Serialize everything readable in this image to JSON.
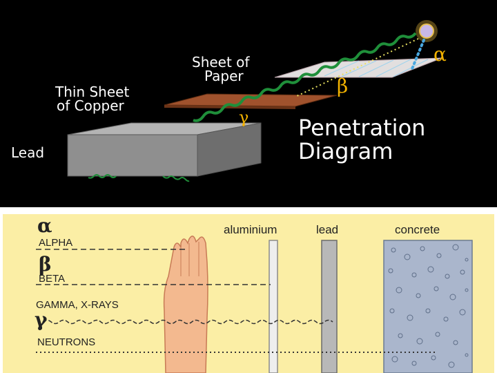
{
  "top": {
    "labels": {
      "paper_line1": "Sheet of",
      "paper_line2": "Paper",
      "copper_line1": "Thin Sheet",
      "copper_line2": "of Copper",
      "lead": "Lead",
      "title_line1": "Penetration",
      "title_line2": "Diagram"
    },
    "symbols": {
      "alpha": "α",
      "beta": "β",
      "gamma": "γ"
    },
    "colors": {
      "background": "#000000",
      "source": "#c8b8e8",
      "alpha": "#4aa8e0",
      "beta": "#e8e060",
      "gamma": "#1f8f3a",
      "copper": "#a0522d",
      "lead": "#8f8f8f",
      "symbol": "#f2b200"
    }
  },
  "bottom": {
    "labels": {
      "alpha_name": "ALPHA",
      "beta_name": "BETA",
      "gamma_name": "GAMMA, X-RAYS",
      "neutron_name": "NEUTRONS",
      "aluminium": "aluminium",
      "lead": "lead",
      "concrete": "concrete"
    },
    "symbols": {
      "alpha": "α",
      "beta": "β",
      "gamma": "γ"
    },
    "colors": {
      "background": "#fbeea5",
      "hand": "#f3b98f",
      "aluminium": "#eeeeee",
      "lead": "#b8b8b8",
      "concrete": "#aab6cc"
    }
  }
}
